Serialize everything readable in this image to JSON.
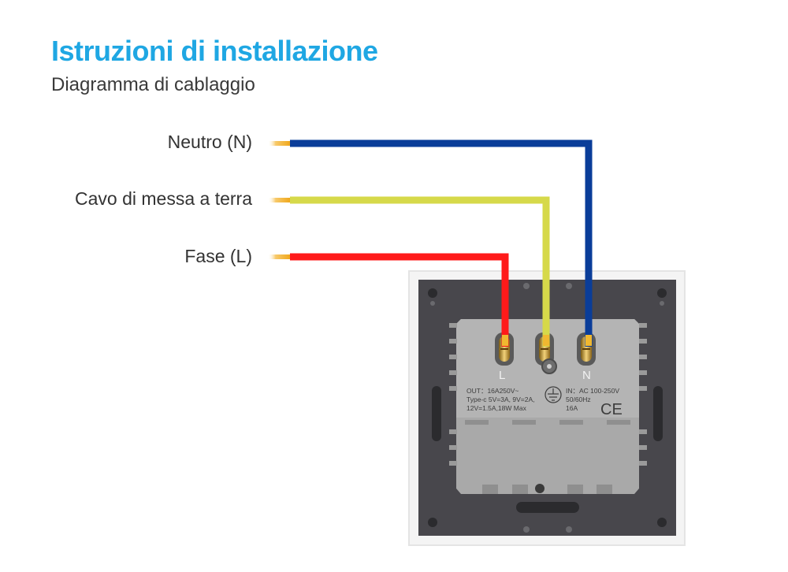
{
  "header": {
    "title": "Istruzioni di installazione",
    "subtitle": "Diagramma di cablaggio"
  },
  "wires": [
    {
      "label": "Neutro (N)",
      "color": "#0a3d99"
    },
    {
      "label": "Cavo di messa a terra",
      "color": "#d6d94a"
    },
    {
      "label": "Fase (L)",
      "color": "#ff1a1a"
    }
  ],
  "socket": {
    "terminal_left": "L",
    "terminal_right": "N",
    "out_spec": "OUT：16A250V~",
    "typec_spec": "Type-c 5V=3A, 9V=2A,",
    "usb_spec": "12V=1.5A,18W Max",
    "in_spec": "IN：AC 100-250V",
    "freq_spec": "50/60Hz",
    "current_spec": "16A",
    "ce_mark": "CE"
  },
  "colors": {
    "title": "#1fa7e3",
    "frame": "#48474c",
    "body": "#a9a9a9",
    "glass": "#e4e4e4",
    "wire_tip": "#f5b324"
  }
}
